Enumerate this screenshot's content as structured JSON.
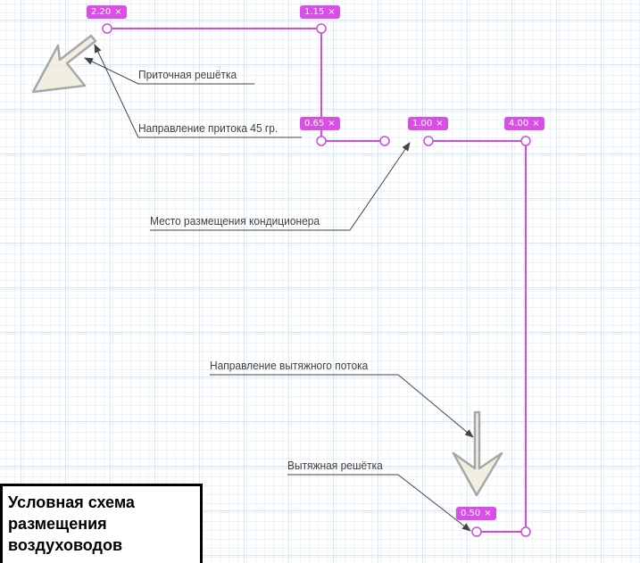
{
  "colors": {
    "duct": "#d24bdc",
    "badge_bg": "#d84ee6",
    "leader": "#444444",
    "grid_minor": "#d6e9f4",
    "grid_major": "#b3d3ea",
    "arrow_fill": "#f0ecdc",
    "arrow_stroke": "#9a9a9a"
  },
  "badges": [
    {
      "value": "2.20",
      "close": "×"
    },
    {
      "value": "1.15",
      "close": "×"
    },
    {
      "value": "0.65",
      "close": "×"
    },
    {
      "value": "1.00",
      "close": "×"
    },
    {
      "value": "4.00",
      "close": "×"
    },
    {
      "value": "0.50",
      "close": "×"
    }
  ],
  "labels": {
    "supply_grille": "Приточная решётка",
    "supply_direction": "Направление притока 45 гр.",
    "ac_location": "Место размещения кондиционера",
    "exhaust_direction": "Направление вытяжного потока",
    "exhaust_grille": "Вытяжная решётка"
  },
  "title": {
    "text": "Условная схема\nразмещения\nвоздуховодов"
  }
}
